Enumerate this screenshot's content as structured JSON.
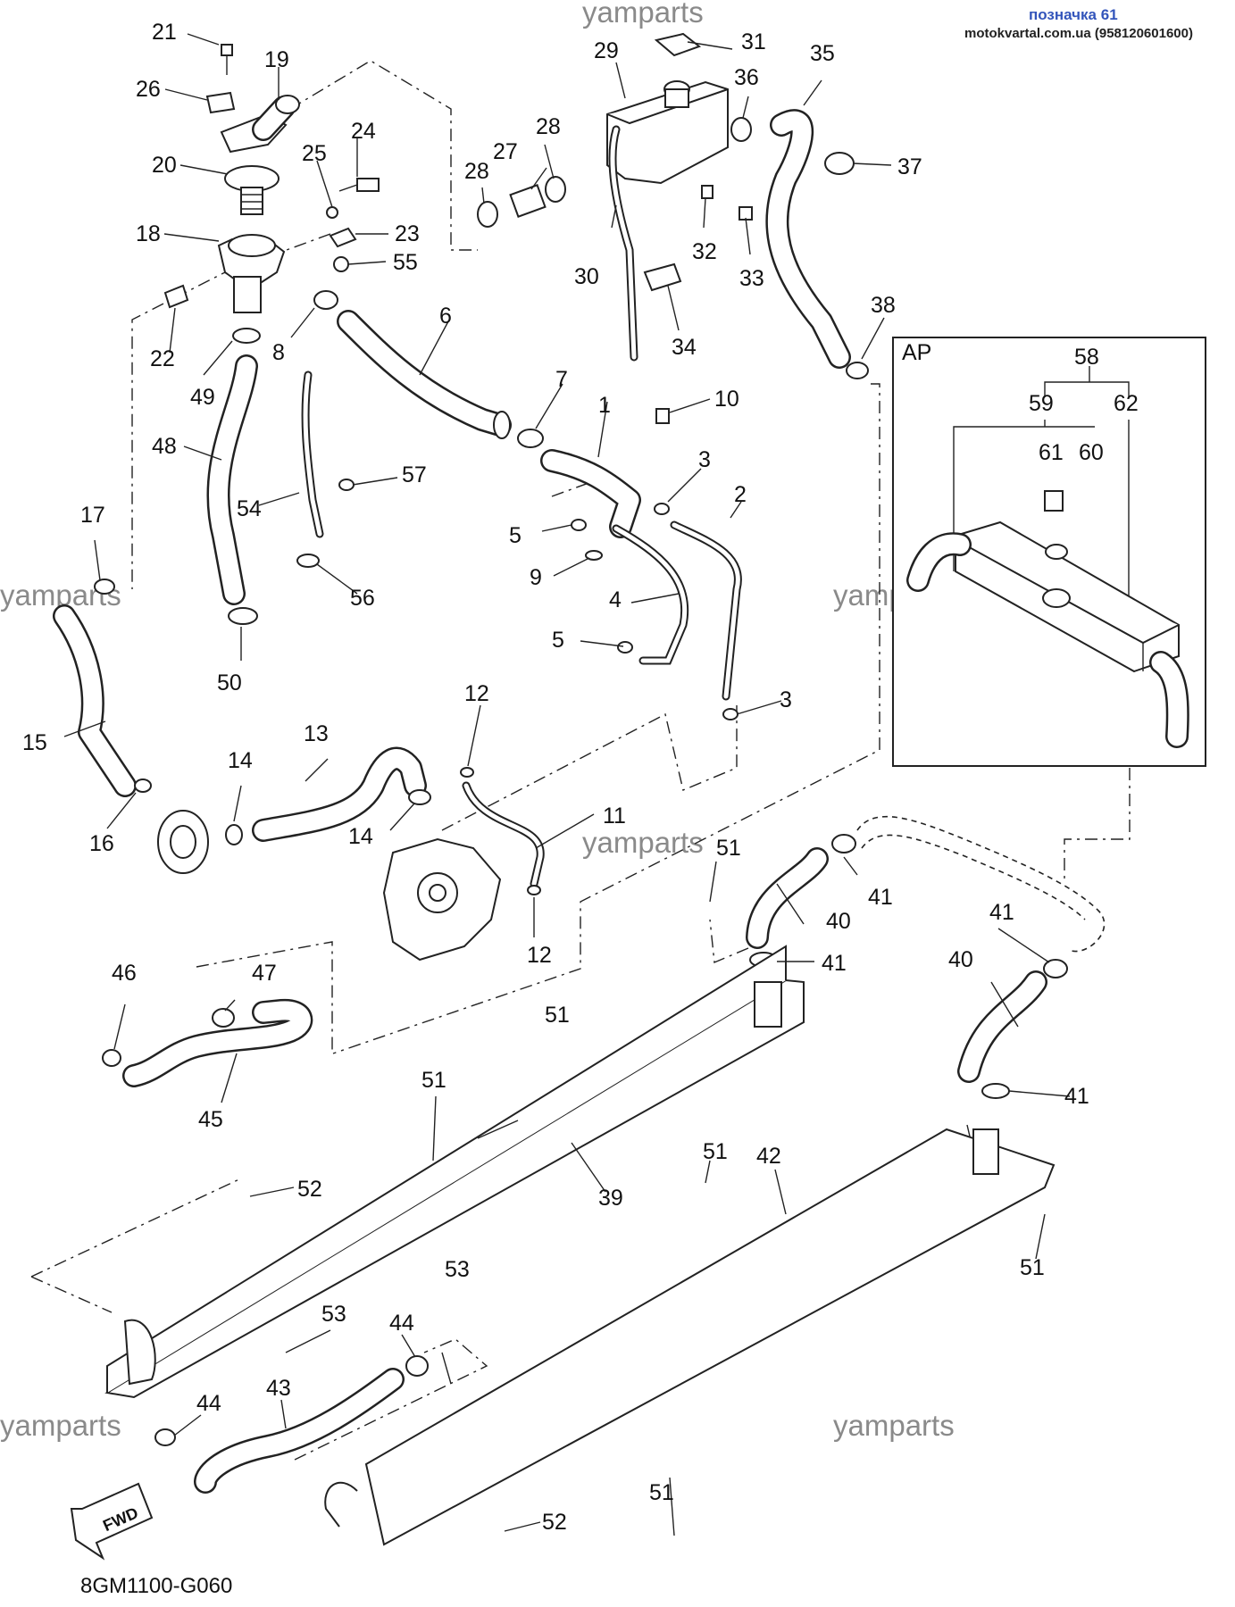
{
  "header": {
    "title": "позначка 61",
    "site": "motokvartal.com.ua (958120601600)"
  },
  "watermarks": [
    "yamparts",
    "yamparts",
    "yamparts",
    "yamparts",
    "yamparts",
    "yamparts"
  ],
  "diagram_code": "8GM1100-G060",
  "inset_label": "AP",
  "fwd_label": "FWD",
  "callouts": [
    "1",
    "2",
    "3",
    "3",
    "4",
    "5",
    "5",
    "6",
    "7",
    "8",
    "9",
    "10",
    "11",
    "12",
    "12",
    "13",
    "14",
    "14",
    "15",
    "16",
    "17",
    "18",
    "19",
    "20",
    "21",
    "22",
    "23",
    "24",
    "25",
    "26",
    "27",
    "28",
    "28",
    "29",
    "30",
    "31",
    "32",
    "33",
    "34",
    "35",
    "36",
    "37",
    "38",
    "39",
    "40",
    "40",
    "41",
    "41",
    "41",
    "41",
    "42",
    "43",
    "44",
    "44",
    "45",
    "46",
    "47",
    "48",
    "49",
    "50",
    "51",
    "51",
    "51",
    "51",
    "51",
    "51",
    "52",
    "52",
    "53",
    "53",
    "54",
    "55",
    "56",
    "57",
    "58",
    "59",
    "60",
    "61",
    "62"
  ],
  "colors": {
    "line": "#222222",
    "header_title": "#3355bb",
    "watermark": "#8a8a8a"
  }
}
